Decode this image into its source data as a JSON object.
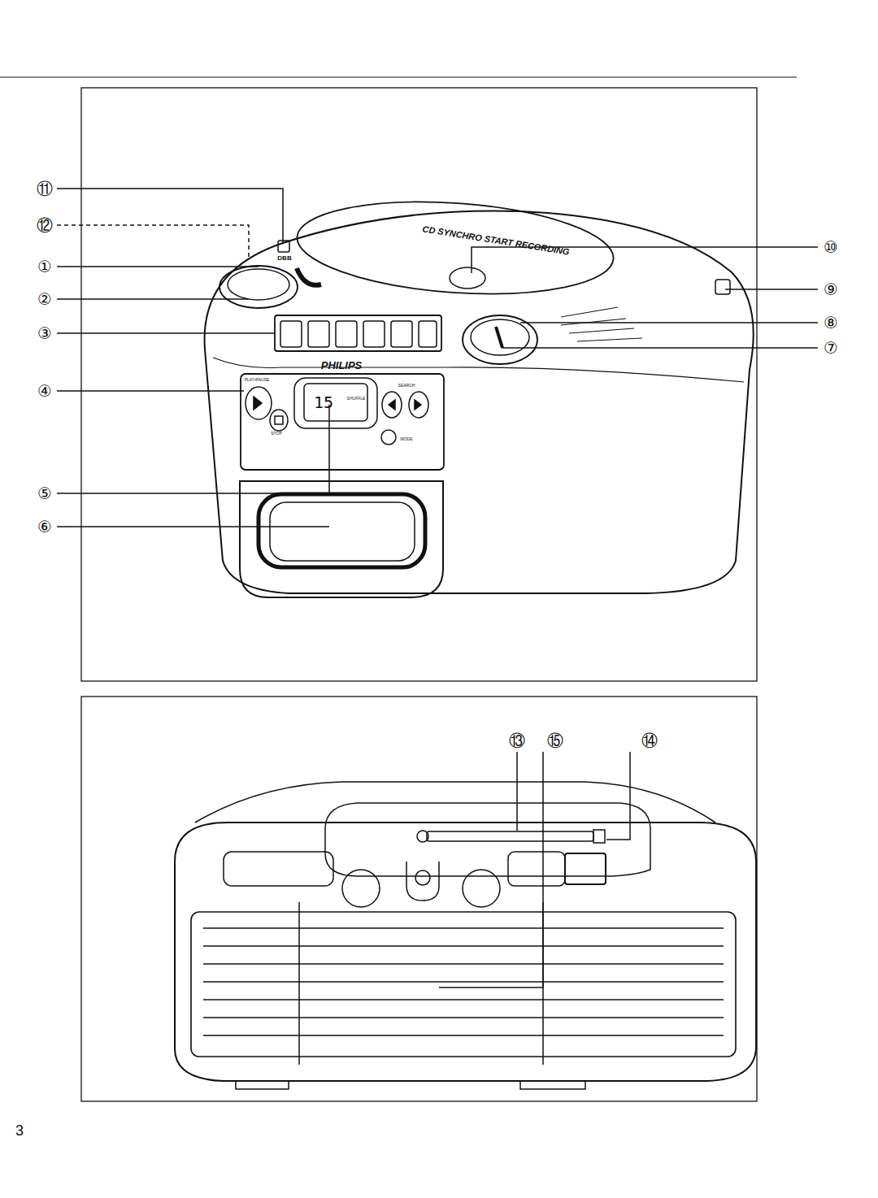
{
  "diagram": {
    "labels": [
      "⑪",
      "⑫",
      "①",
      "②",
      "③",
      "④",
      "⑤",
      "⑥",
      "⑩",
      "⑨",
      "⑧",
      "⑦",
      "⑬",
      "⑮",
      "⑭",
      "3",
      "DBB",
      "CD SYNCHRO START RECORDING",
      "PHILIPS",
      "PLAY•PAUSE",
      "STOP",
      "15",
      "SHUFFLE",
      "SEARCH",
      "MODE"
    ]
  }
}
